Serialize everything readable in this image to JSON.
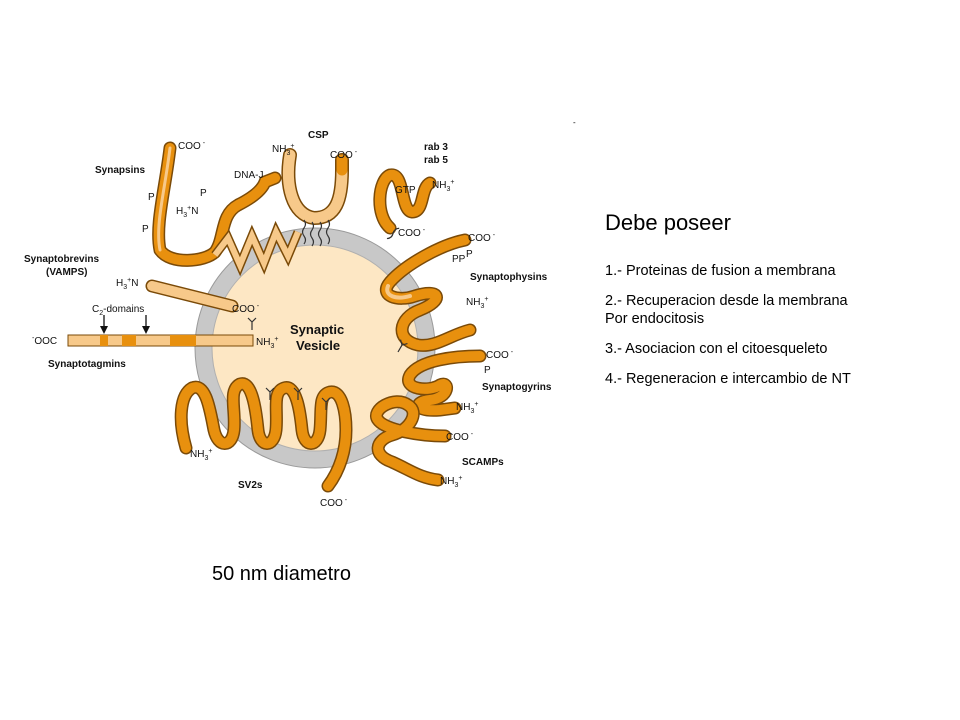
{
  "diagram": {
    "center_label_line1": "Synaptic",
    "center_label_line2": "Vesicle",
    "proteins": {
      "synapsins": "Synapsins",
      "csp": "CSP",
      "dna_j": "DNA-J",
      "rab3": "rab 3",
      "rab5": "rab 5",
      "gtp": "GTP",
      "synaptobrevins_line1": "Synaptobrevins",
      "synaptobrevins_line2": "(VAMPS)",
      "c2_domains": "-domains",
      "synaptotagmins": "Synaptotagmins",
      "synaptophysins": "Synaptophysins",
      "synaptogyrins": "Synaptogyrins",
      "scamps": "SCAMPs",
      "sv2s": "SV2s"
    },
    "terminals": {
      "coo": "COO",
      "nh": "NH",
      "h3n_h": "H",
      "h3n_n": "N",
      "ooc": "OOC",
      "p": "P",
      "pp": "PP",
      "c": "C",
      "sub2": "2",
      "sub3": "3",
      "sup_plus": "+",
      "sup_minus": "-"
    }
  },
  "caption": "50 nm diametro",
  "panel": {
    "title": "Debe poseer",
    "items": [
      "1.- Proteinas de fusion a membrana",
      "2.- Recuperacion desde la membrana",
      "Por endocitosis",
      "3.- Asociacion con el citoesqueleto",
      "4.- Regeneracion e intercambio de NT"
    ]
  },
  "stray_mark": "-",
  "colors": {
    "membrane": "#c8c8c8",
    "lumen": "#fde7c4",
    "protein_fill": "#e8900e",
    "protein_light": "#f7c98a",
    "protein_stroke": "#7a4a08"
  }
}
